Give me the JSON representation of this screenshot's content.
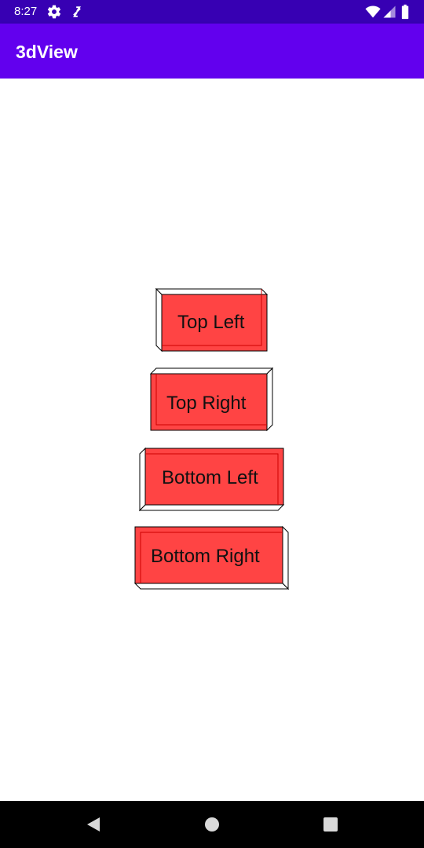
{
  "status_bar": {
    "time": "8:27",
    "icons": [
      "gear-icon",
      "rotate-icon",
      "wifi-icon",
      "signal-icon",
      "battery-icon"
    ]
  },
  "app_bar": {
    "title": "3dView",
    "color": "#6200ee"
  },
  "buttons": [
    {
      "label": "Top Left"
    },
    {
      "label": "Top Right"
    },
    {
      "label": "Bottom Left"
    },
    {
      "label": "Bottom Right"
    }
  ],
  "colors": {
    "status_bar": "#3700b3",
    "button_face": "#ff4444",
    "button_edge": "#cc0000"
  },
  "nav_bar": {
    "icons": [
      "back-icon",
      "home-icon",
      "recents-icon"
    ]
  }
}
